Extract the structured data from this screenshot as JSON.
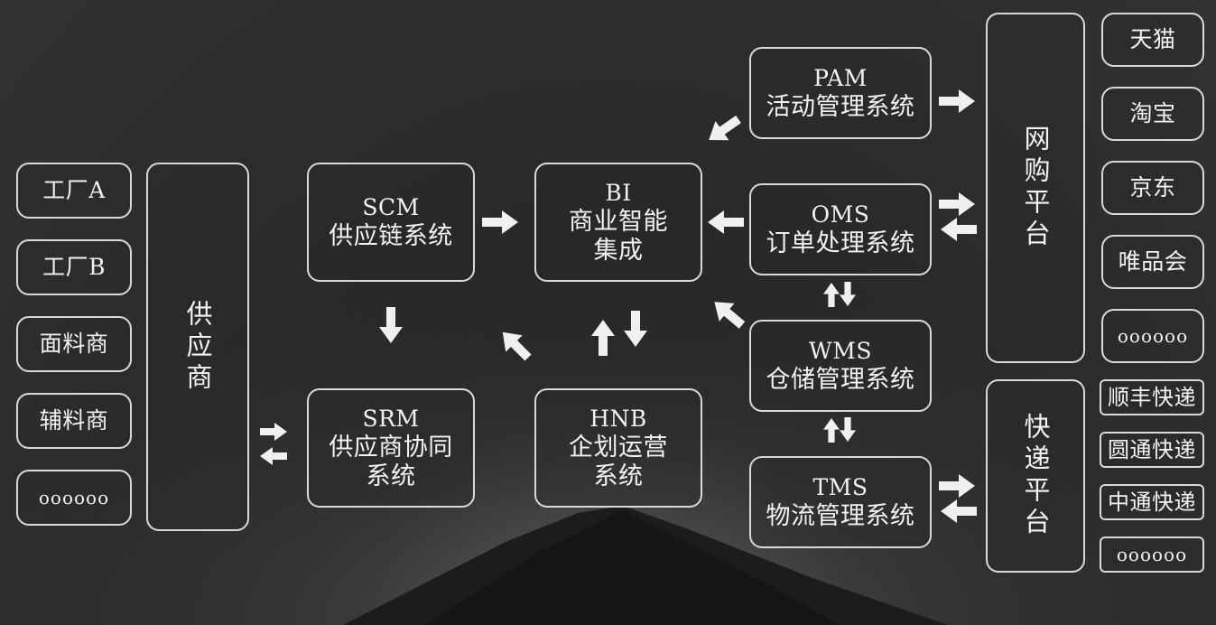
{
  "left_column": {
    "items": [
      "工厂A",
      "工厂B",
      "面料商",
      "辅料商",
      "ооооoo"
    ]
  },
  "supplier_column": {
    "label": "供应商"
  },
  "scm": {
    "code": "SCM",
    "name": "供应链系统"
  },
  "srm": {
    "code": "SRM",
    "name_line1": "供应商协同",
    "name_line2": "系统"
  },
  "bi": {
    "code": "BI",
    "name_line1": "商业智能",
    "name_line2": "集成"
  },
  "hnb": {
    "code": "HNB",
    "name_line1": "企划运营",
    "name_line2": "系统"
  },
  "pam": {
    "code": "PAM",
    "name": "活动管理系统"
  },
  "oms": {
    "code": "OMS",
    "name": "订单处理系统"
  },
  "wms": {
    "code": "WMS",
    "name": "仓储管理系统"
  },
  "tms": {
    "code": "TMS",
    "name": "物流管理系统"
  },
  "online_platform": {
    "label": "网购平台"
  },
  "express_platform": {
    "label": "快递平台"
  },
  "online_shops": {
    "items": [
      "天猫",
      "淘宝",
      "京东",
      "唯品会",
      "oooooo"
    ]
  },
  "express_companies": {
    "items": [
      "顺丰快递",
      "圆通快递",
      "中通快递",
      "oooooo"
    ]
  }
}
